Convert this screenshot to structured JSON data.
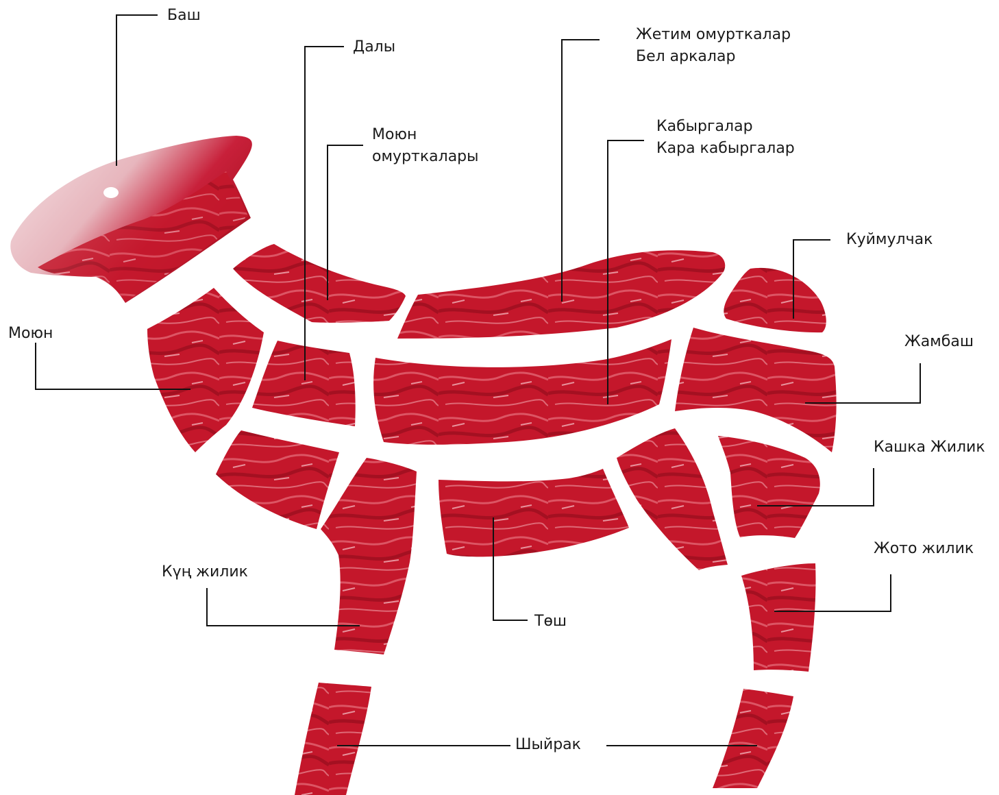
{
  "colors": {
    "meat_dark": "#a3101f",
    "meat_mid": "#c81a2e",
    "meat_light": "#e35a6a",
    "fat": "#f2d6da",
    "leader": "#111111",
    "text": "#1a1a1a",
    "background": "#ffffff"
  },
  "labels": {
    "bash": "Баш",
    "daly": "Далы",
    "zhetim_1": "Жетим омурткалар",
    "zhetim_2": "Бел аркалар",
    "moyun_omurt_1": "Моюн",
    "moyun_omurt_2": "омурткалары",
    "kabyrga_1": "Кабыргалар",
    "kabyrga_2": "Кара кабыргалар",
    "kuymulchak": "Куймулчак",
    "moyun": "Моюн",
    "zhambash": "Жамбаш",
    "kashka_zhilik": "Кашка Жилик",
    "zhoto_zhilik": "Жото жилик",
    "kung_zhilik": "Күң жилик",
    "tosh": "Төш",
    "shyirak": "Шыйрак"
  }
}
